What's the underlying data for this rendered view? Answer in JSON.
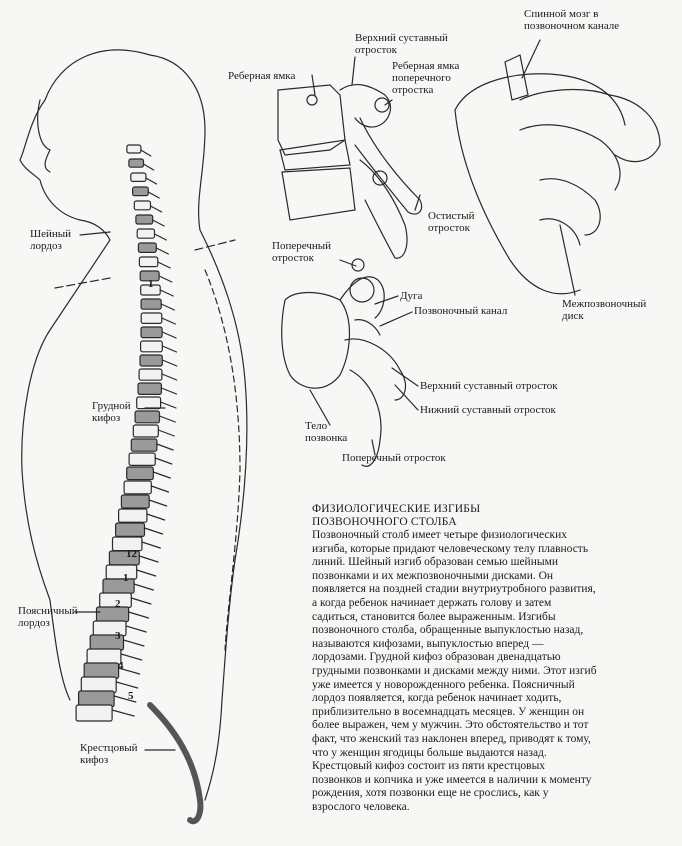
{
  "labels": {
    "cervical": [
      "Шейный",
      "лордоз"
    ],
    "thoracic": [
      "Грудной",
      "кифоз"
    ],
    "lumbar": [
      "Поясничный",
      "лордоз"
    ],
    "sacral": [
      "Крестцовый",
      "кифоз"
    ],
    "rib_fossa": "Реберная ямка",
    "superior_articular": [
      "Верхний суставный",
      "отросток"
    ],
    "rib_fossa_transverse": [
      "Реберная ямка",
      "поперечного",
      "отростка"
    ],
    "spinous": [
      "Остистый",
      "отросток"
    ],
    "spinal_cord": [
      "Спинной мозг в",
      "позвоночном канале"
    ],
    "intervertebral_disc": [
      "Межпозвоночный",
      "диск"
    ],
    "transverse_top": [
      "Поперечный",
      "отросток"
    ],
    "arch": "Дуга",
    "vertebral_canal": "Позвоночный канал",
    "sup_articular_process": "Верхний суставный отросток",
    "inf_articular_process": "Нижний суставный отросток",
    "vertebral_body": [
      "Тело",
      "позвонка"
    ],
    "transverse_bottom": "Поперечный отросток"
  },
  "vertebra_numbers": {
    "thoracic_first": "1",
    "thoracic_last": "12",
    "lumbar": [
      "1",
      "2",
      "3",
      "4",
      "5"
    ]
  },
  "text": {
    "heading": [
      "Физиологические изгибы",
      "позвоночного столба"
    ],
    "body": "Позвоночный столб имеет четыре физиологических изгиба, которые придают человеческому телу плавность линий. Шейный изгиб образован семью шейными позвонками и их межпозвоночными дисками. Он появляется на поздней стадии внутриутробного развития, а когда ребенок начинает держать голову и затем садиться, становится более выраженным. Изгибы позвоночного столба, обращенные выпуклостью назад, называются кифозами, выпуклостью вперед — лордозами. Грудной кифоз образован двенадцатью грудными позвонками и дисками между ними. Этот изгиб уже имеется у новорожденного ребенка. Поясничный лордоз появляется, когда ребенок начинает ходить, приблизительно в восемнадцать месяцев. У женщин он более выражен, чем у мужчин. Это обстоятельство и тот факт, что женский таз наклонен вперед, приводят к тому, что у женщин ягодицы больше выдаются назад. Крестцовый кифоз состоит из пяти крестцовых позвонков и копчика и уже имеется в наличии к моменту рождения, хотя позвонки еще не срослись, как у взрослого человека."
  }
}
